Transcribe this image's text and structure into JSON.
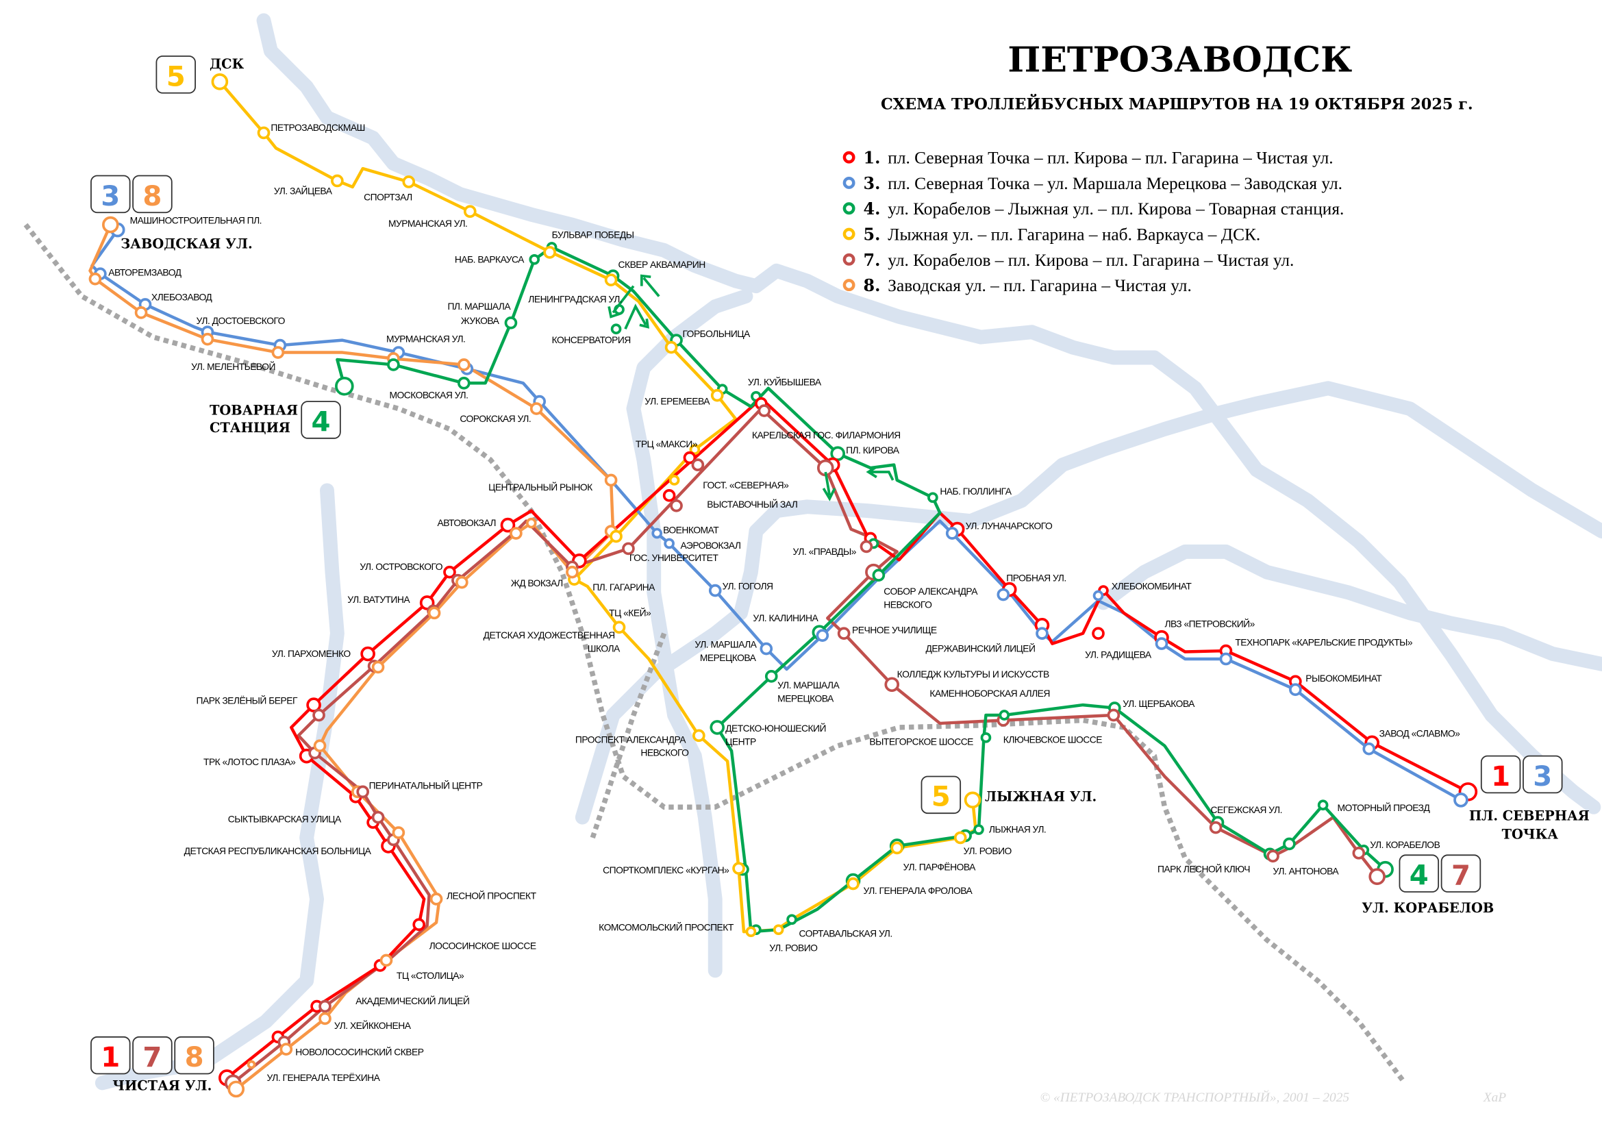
{
  "title": "ПЕТРОЗАВОДСК",
  "subtitle": "СХЕМА ТРОЛЛЕЙБУСНЫХ МАРШРУТОВ НА 19 ОКТЯБРЯ 2025 г.",
  "routes": [
    {
      "num": "1.",
      "color": "#ff0000",
      "text": "пл. Северная Точка – пл. Кирова – пл. Гагарина – Чистая ул."
    },
    {
      "num": "3.",
      "color": "#5a8fd8",
      "text": "пл. Северная Точка – ул. Маршала Мерецкова – Заводская ул."
    },
    {
      "num": "4.",
      "color": "#00a651",
      "text": "ул. Корабелов – Лыжная ул. – пл. Кирова – Товарная станция."
    },
    {
      "num": "5.",
      "color": "#ffc000",
      "text": "Лыжная ул. – пл. Гагарина – наб. Варкауса – ДСК."
    },
    {
      "num": "7.",
      "color": "#c0504d",
      "text": "ул. Корабелов – пл. Кирова – пл. Гагарина – Чистая ул."
    },
    {
      "num": "8.",
      "color": "#f79646",
      "text": "Заводская ул. – пл. Гагарина – Чистая ул."
    }
  ],
  "colors": {
    "river": "#d9e3f0",
    "railway": "#a6a6a6"
  },
  "terminals": {
    "dsk": [
      "ДСК"
    ],
    "zavodskaya": [
      "ЗАВОДСКАЯ УЛ."
    ],
    "tovarnaya": [
      "ТОВАРНАЯ",
      "СТАНЦИЯ"
    ],
    "lyzhnaya": [
      "ЛЫЖНАЯ УЛ."
    ],
    "severnaya": [
      "ПЛ. СЕВЕРНАЯ",
      "ТОЧКА"
    ],
    "korabelov": [
      "УЛ. КОРАБЕЛОВ"
    ],
    "chistaya": [
      "ЧИСТАЯ УЛ."
    ]
  },
  "badges": {
    "dsk": [
      "5"
    ],
    "zavodskaya": [
      "3",
      "8"
    ],
    "tovarnaya": [
      "4"
    ],
    "lyzhnaya": [
      "5"
    ],
    "severnaya": [
      "1",
      "3"
    ],
    "korabelov": [
      "4",
      "7"
    ],
    "chistaya": [
      "1",
      "7",
      "8"
    ]
  },
  "stops": [
    [
      "ПЕТРОЗАВОДСКМАШ"
    ],
    [
      "УЛ. ЗАЙЦЕВА"
    ],
    [
      "СПОРТЗАЛ"
    ],
    [
      "МУРМАНСКАЯ УЛ."
    ],
    [
      "БУЛЬВАР ПОБЕДЫ"
    ],
    [
      "НАБ. ВАРКАУСА"
    ],
    [
      "СКВЕР АКВАМАРИН"
    ],
    [
      "ЛЕНИНГРАДСКАЯ УЛ."
    ],
    [
      "КОНСЕРВАТОРИЯ"
    ],
    [
      "ПЛ. МАРШАЛА",
      "ЖУКОВА"
    ],
    [
      "ГОРБОЛЬНИЦА"
    ],
    [
      "МАШИНОСТРОИТЕЛЬНАЯ ПЛ."
    ],
    [
      "АВТОРЕМЗАВОД"
    ],
    [
      "ХЛЕБОЗАВОД"
    ],
    [
      "УЛ. ДОСТОЕВСКОГО"
    ],
    [
      "УЛ. МЕЛЕНТЬЕВОЙ"
    ],
    [
      "МУРМАНСКАЯ УЛ."
    ],
    [
      "МОСКОВСКАЯ УЛ."
    ],
    [
      "СОРОКСКАЯ УЛ."
    ],
    [
      "УЛ. КУЙБЫШЕВА"
    ],
    [
      "УЛ. ЕРЕМЕЕВА"
    ],
    [
      "КАРЕЛЬСКАЯ ГОС. ФИЛАРМОНИЯ"
    ],
    [
      "ПЛ. КИРОВА"
    ],
    [
      "ТРЦ «МАКСИ»"
    ],
    [
      "ГОСТ. «СЕВЕРНАЯ»"
    ],
    [
      "ВЫСТАВОЧНЫЙ ЗАЛ"
    ],
    [
      "ЦЕНТРАЛЬНЫЙ РЫНОК"
    ],
    [
      "НАБ. ГЮЛЛИНГА"
    ],
    [
      "АВТОВОКЗАЛ"
    ],
    [
      "ВОЕНКОМАТ"
    ],
    [
      "АЭРОВОКЗАЛ"
    ],
    [
      "ГОС. УНИВЕРСИТЕТ"
    ],
    [
      "УЛ. ЛУНАЧАРСКОГО"
    ],
    [
      "УЛ. «ПРАВДЫ»"
    ],
    [
      "ЖД ВОКЗАЛ"
    ],
    [
      "ПЛ. ГАГАРИНА"
    ],
    [
      "УЛ. ОСТРОВСКОГО"
    ],
    [
      "СОБОР АЛЕКСАНДРА",
      "НЕВСКОГО"
    ],
    [
      "ПРОБНАЯ УЛ."
    ],
    [
      "ХЛЕБОКОМБИНАТ"
    ],
    [
      "УЛ. ВАТУТИНА"
    ],
    [
      "УЛ. ГОГОЛЯ"
    ],
    [
      "ТЦ «КЕЙ»"
    ],
    [
      "ЛВЗ «ПЕТРОВСКИЙ»"
    ],
    [
      "УЛ. КАЛИНИНА"
    ],
    [
      "РЕЧНОЕ УЧИЛИЩЕ"
    ],
    [
      "ДЕТСКАЯ ХУДОЖЕСТВЕННАЯ",
      "ШКОЛА"
    ],
    [
      "ТЕХНОПАРК «КАРЕЛЬСКИЕ ПРОДУКТЫ»"
    ],
    [
      "ДЕРЖАВИНСКИЙ ЛИЦЕЙ"
    ],
    [
      "УЛ. РАДИЩЕВА"
    ],
    [
      "УЛ. ПАРХОМЕНКО"
    ],
    [
      "УЛ. МАРШАЛА",
      "МЕРЕЦКОВА"
    ],
    [
      "УЛ. МАРШАЛА",
      "МЕРЕЦКОВА"
    ],
    [
      "КОЛЛЕДЖ КУЛЬТУРЫ И ИСКУССТВ"
    ],
    [
      "РЫБОКОМБИНАТ"
    ],
    [
      "КАМЕННОБОРСКАЯ АЛЛЕЯ"
    ],
    [
      "ПАРК ЗЕЛЁНЫЙ БЕРЕГ"
    ],
    [
      "УЛ. ЩЕРБАКОВА"
    ],
    [
      "ДЕТСКО-ЮНОШЕСКИЙ",
      "ЦЕНТР"
    ],
    [
      "ЗАВОД «СЛАВМО»"
    ],
    [
      "ПРОСПЕКТ АЛЕКСАНДРА",
      "НЕВСКОГО"
    ],
    [
      "ВЫТЕГОРСКОЕ ШОССЕ"
    ],
    [
      "КЛЮЧЕВСКОЕ ШОССЕ"
    ],
    [
      "ТРК «ЛОТОС ПЛАЗА»"
    ],
    [
      "ПЕРИНАТАЛЬНЫЙ ЦЕНТР"
    ],
    [
      "СЕГЕЖСКАЯ УЛ."
    ],
    [
      "МОТОРНЫЙ ПРОЕЗД"
    ],
    [
      "СЫКТЫВКАРСКАЯ УЛИЦА"
    ],
    [
      "ЛЫЖНАЯ УЛ."
    ],
    [
      "УЛ. РОВИО"
    ],
    [
      "ДЕТСКАЯ РЕСПУБЛИКАНСКАЯ БОЛЬНИЦА"
    ],
    [
      "УЛ. КОРАБЕЛОВ"
    ],
    [
      "УЛ. ПАРФЁНОВА"
    ],
    [
      "ПАРК ЛЕСНОЙ КЛЮЧ"
    ],
    [
      "УЛ. АНТОНОВА"
    ],
    [
      "СПОРТКОМПЛЕКС «КУРГАН»"
    ],
    [
      "УЛ. ГЕНЕРАЛА ФРОЛОВА"
    ],
    [
      "ЛЕСНОЙ ПРОСПЕКТ"
    ],
    [
      "КОМСОМОЛЬСКИЙ ПРОСПЕКТ"
    ],
    [
      "СОРТАВАЛЬСКАЯ УЛ."
    ],
    [
      "УЛ. РОВИО"
    ],
    [
      "ЛОСОСИНСКОЕ ШОССЕ"
    ],
    [
      "ТЦ «СТОЛИЦА»"
    ],
    [
      "АКАДЕМИЧЕСКИЙ ЛИЦЕЙ"
    ],
    [
      "УЛ. ХЕЙККОНЕНА"
    ],
    [
      "НОВОЛОСОСИНСКИЙ СКВЕР"
    ],
    [
      "УЛ. ГЕНЕРАЛА ТЕРЁХИНА"
    ]
  ],
  "credit": "© «ПЕТРОЗАВОДСК ТРАНСПОРТНЫЙ», 2001 – 2025",
  "author": "ХаР"
}
